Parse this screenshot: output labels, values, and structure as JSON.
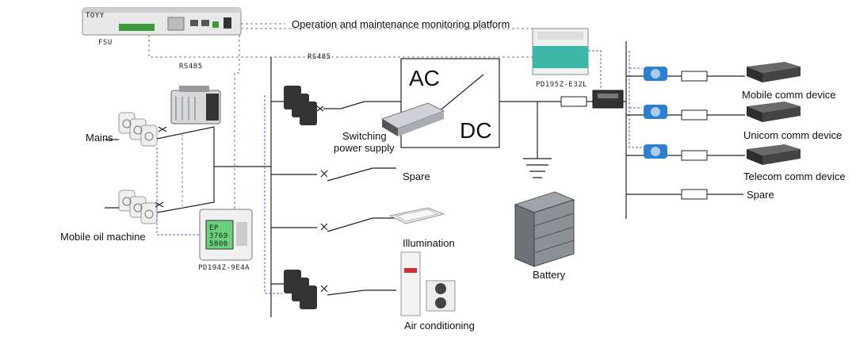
{
  "labels": {
    "platform": "Operation and maintenance monitoring platform",
    "fsu": "FSU",
    "fsu_brand": "TOYY",
    "rs485_left": "RS485",
    "rs485_mid": "RS485",
    "mains": "Mains",
    "mobile_oil": "Mobile oil machine",
    "pd194z": "PD194Z-9E4A",
    "switching_line1": "Switching",
    "switching_line2": "power supply",
    "ac": "AC",
    "dc": "DC",
    "spare_mid": "Spare",
    "illumination": "Illumination",
    "air_conditioning": "Air conditioning",
    "battery": "Battery",
    "pd195z": "PD195Z-E32L",
    "mobile_comm": "Mobile comm device",
    "unicom_comm": "Unicom comm device",
    "telecom_comm": "Telecom comm device",
    "spare_right": "Spare"
  },
  "meter_display": {
    "line1": "EP",
    "line2": "3769",
    "line3": "5800"
  },
  "colors": {
    "teal": "#3fb7a6",
    "blue_sensor": "#2f7fd1",
    "blue_link": "#4a5fc9",
    "device_dark": "#3a3a3a"
  }
}
